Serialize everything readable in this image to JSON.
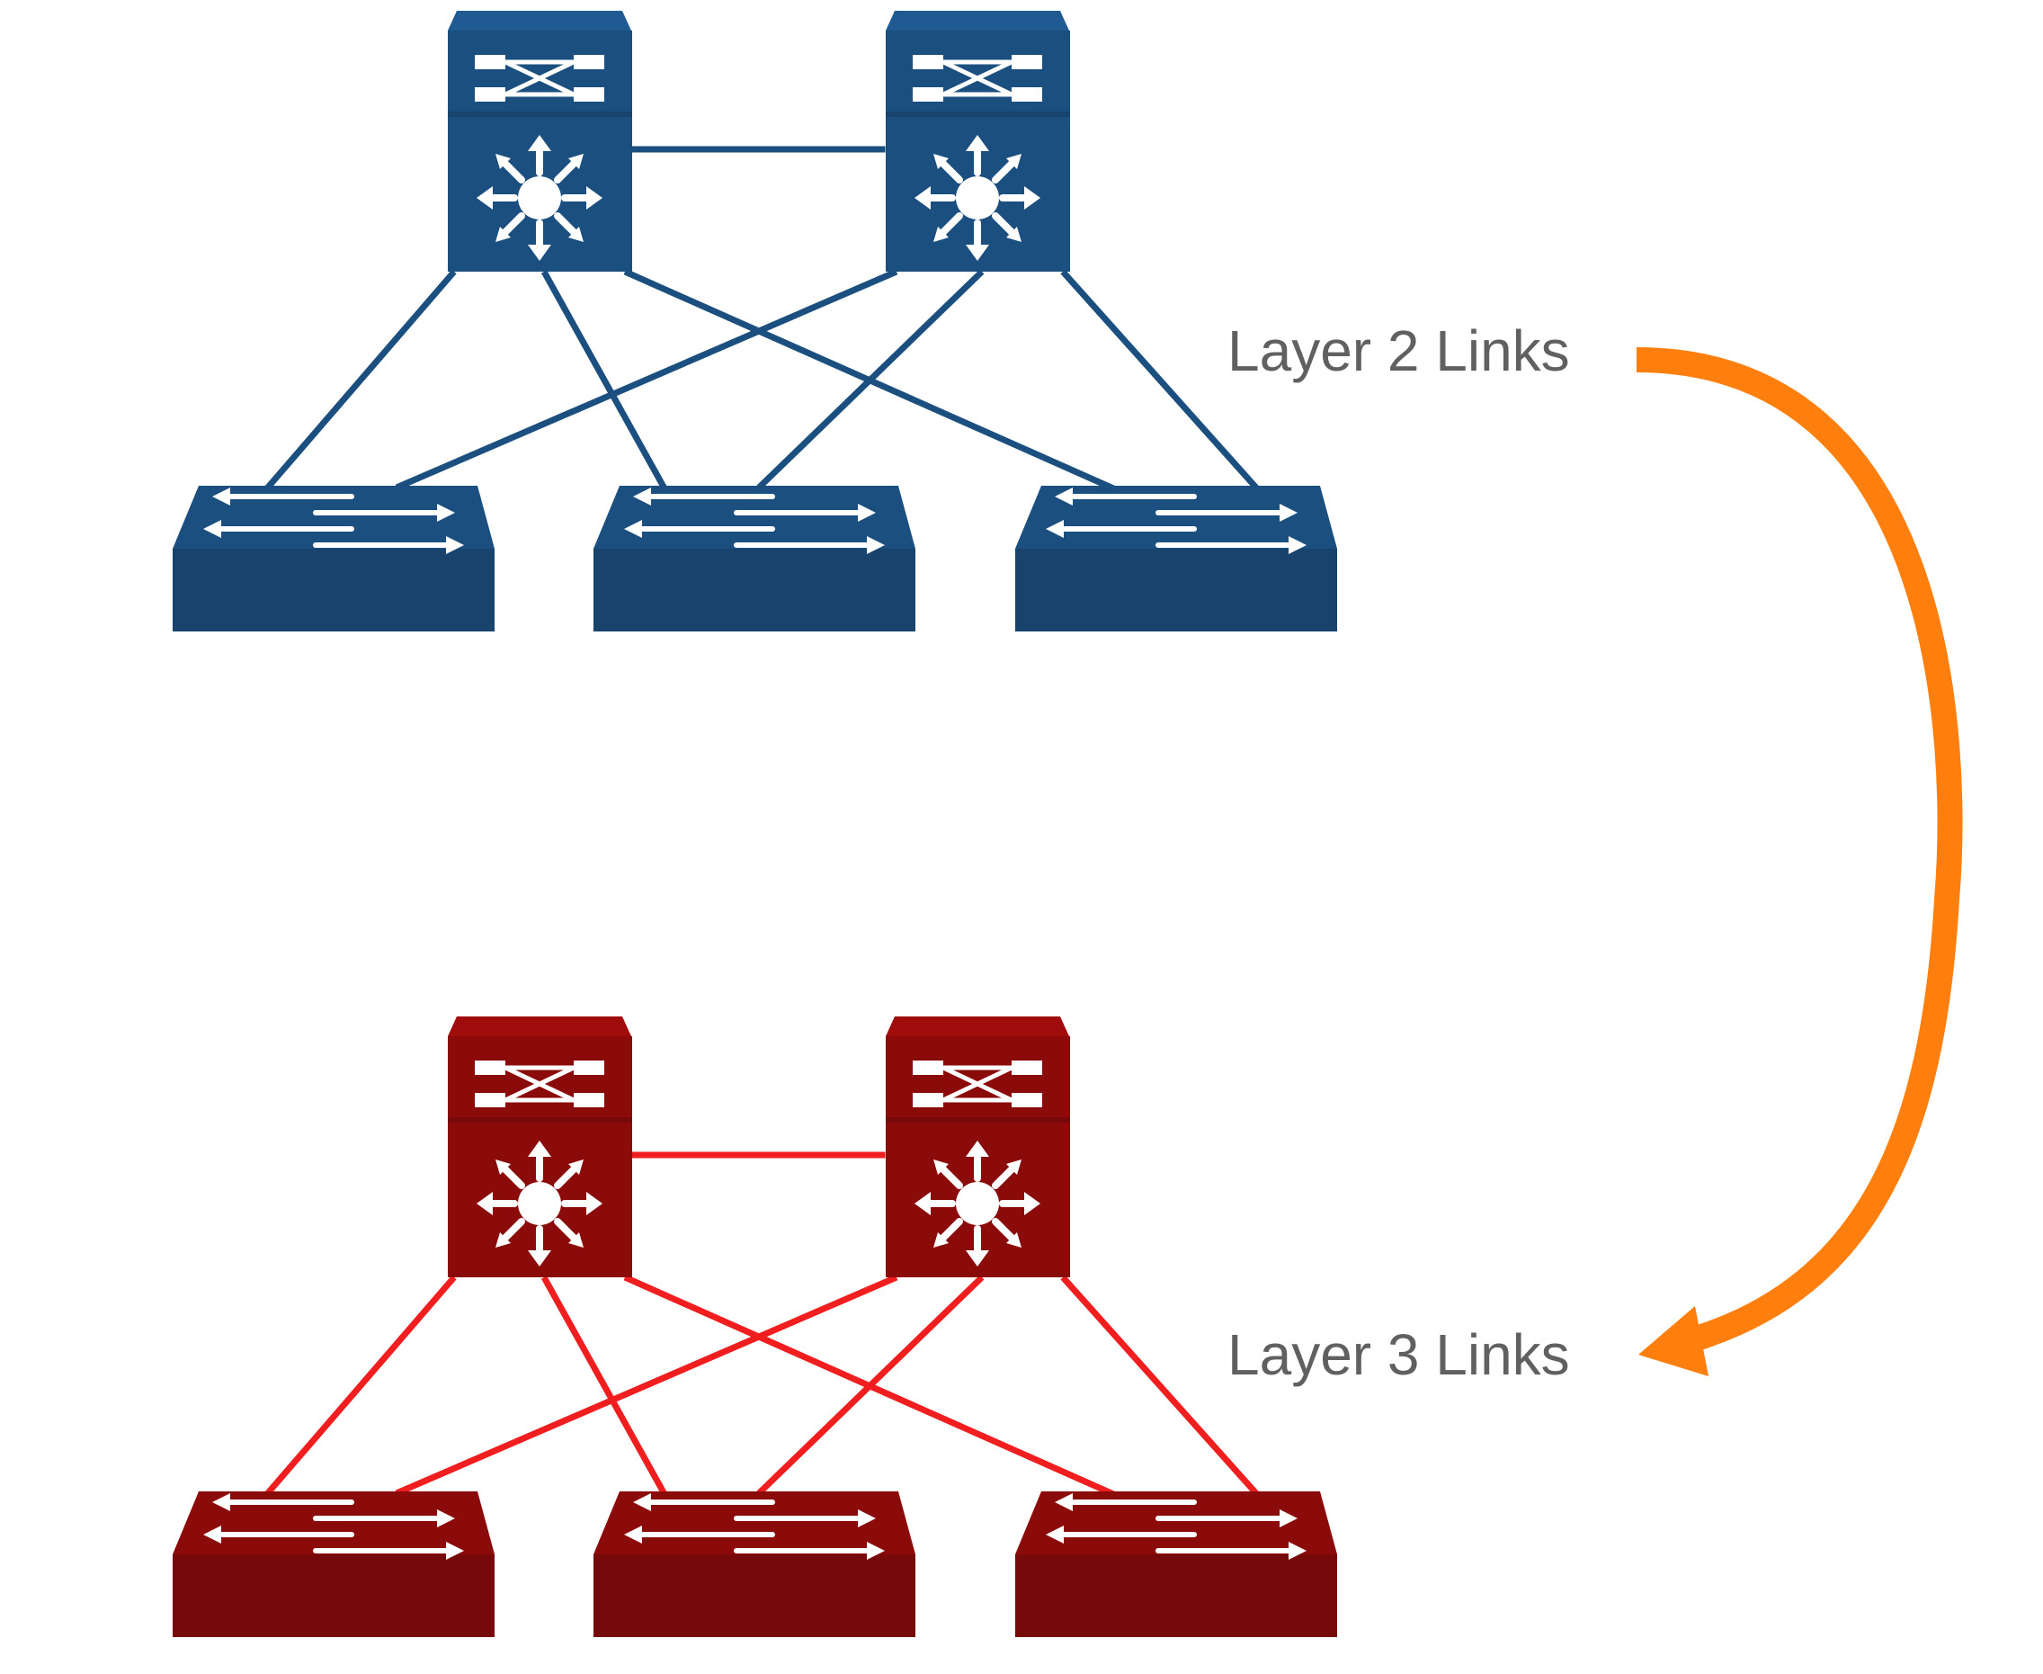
{
  "diagram": {
    "labels": {
      "layer2": "Layer 2 Links",
      "layer3": "Layer 3 Links"
    },
    "arrow_color": "#FF7F0E",
    "topologies": [
      {
        "id": "layer2",
        "device_color": "#1B4F7F",
        "link_color": "#1B4F7F",
        "cores": [
          "core-left",
          "core-right"
        ],
        "access": [
          "access-left",
          "access-middle",
          "access-right"
        ]
      },
      {
        "id": "layer3",
        "device_color": "#8B0A0A",
        "link_color": "#F01E1E",
        "cores": [
          "core-left",
          "core-right"
        ],
        "access": [
          "access-left",
          "access-middle",
          "access-right"
        ]
      }
    ]
  }
}
